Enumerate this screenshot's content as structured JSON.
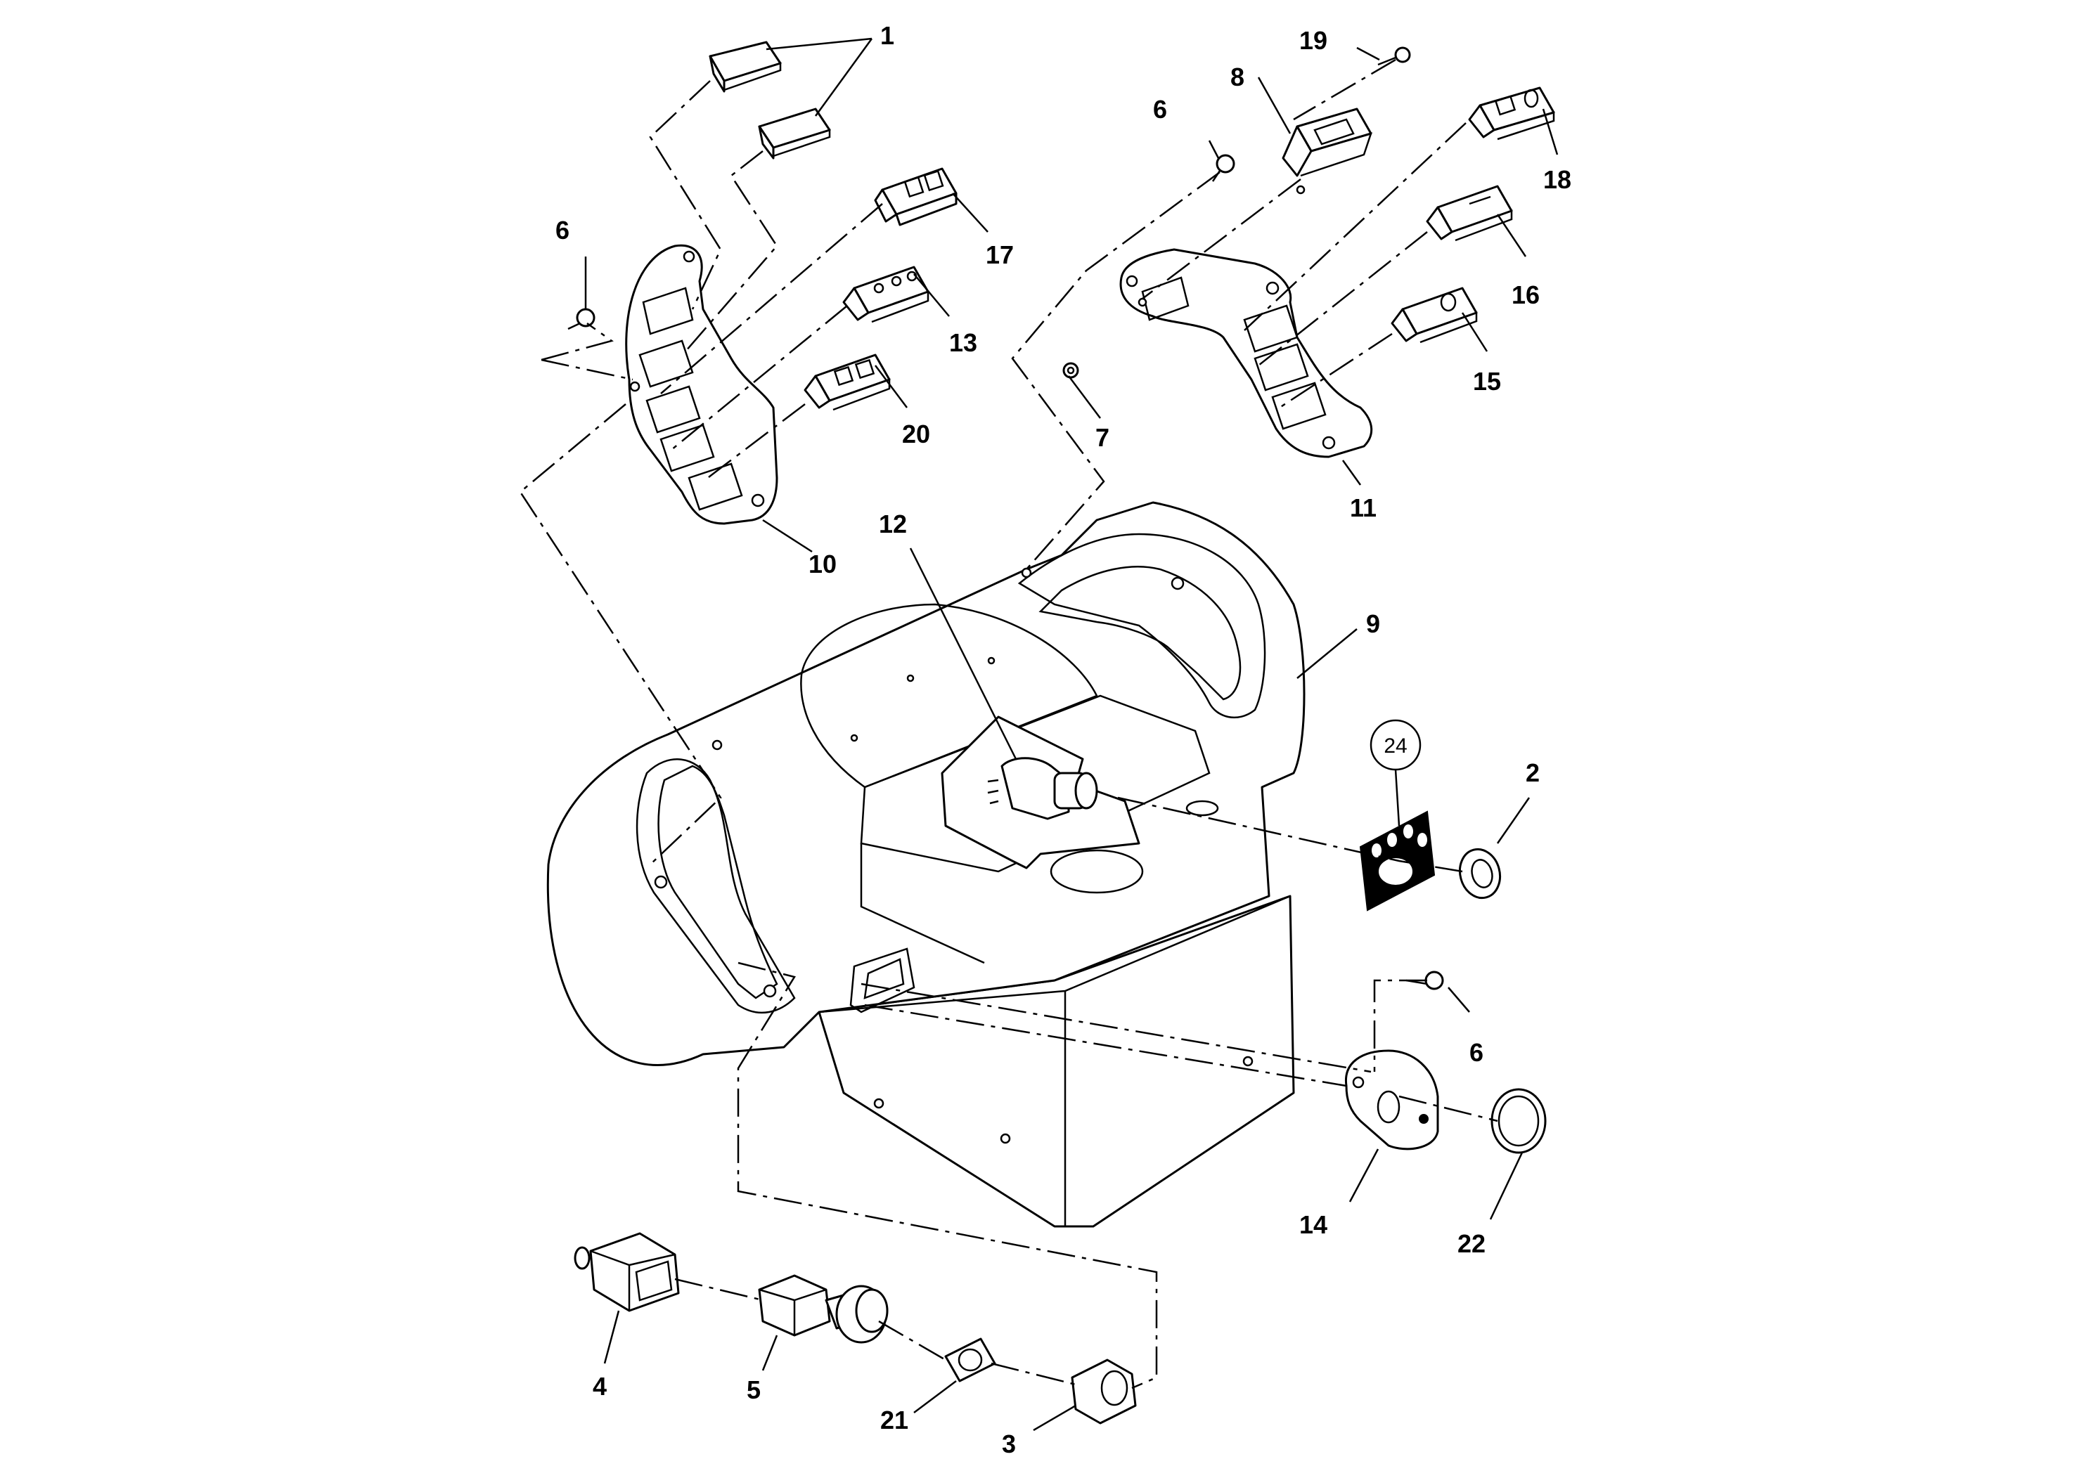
{
  "diagram": {
    "callouts": [
      "1",
      "2",
      "3",
      "4",
      "5",
      "6",
      "7",
      "8",
      "9",
      "10",
      "11",
      "12",
      "13",
      "14",
      "15",
      "16",
      "17",
      "18",
      "19",
      "20",
      "21",
      "22"
    ],
    "circled_callout": "24"
  }
}
